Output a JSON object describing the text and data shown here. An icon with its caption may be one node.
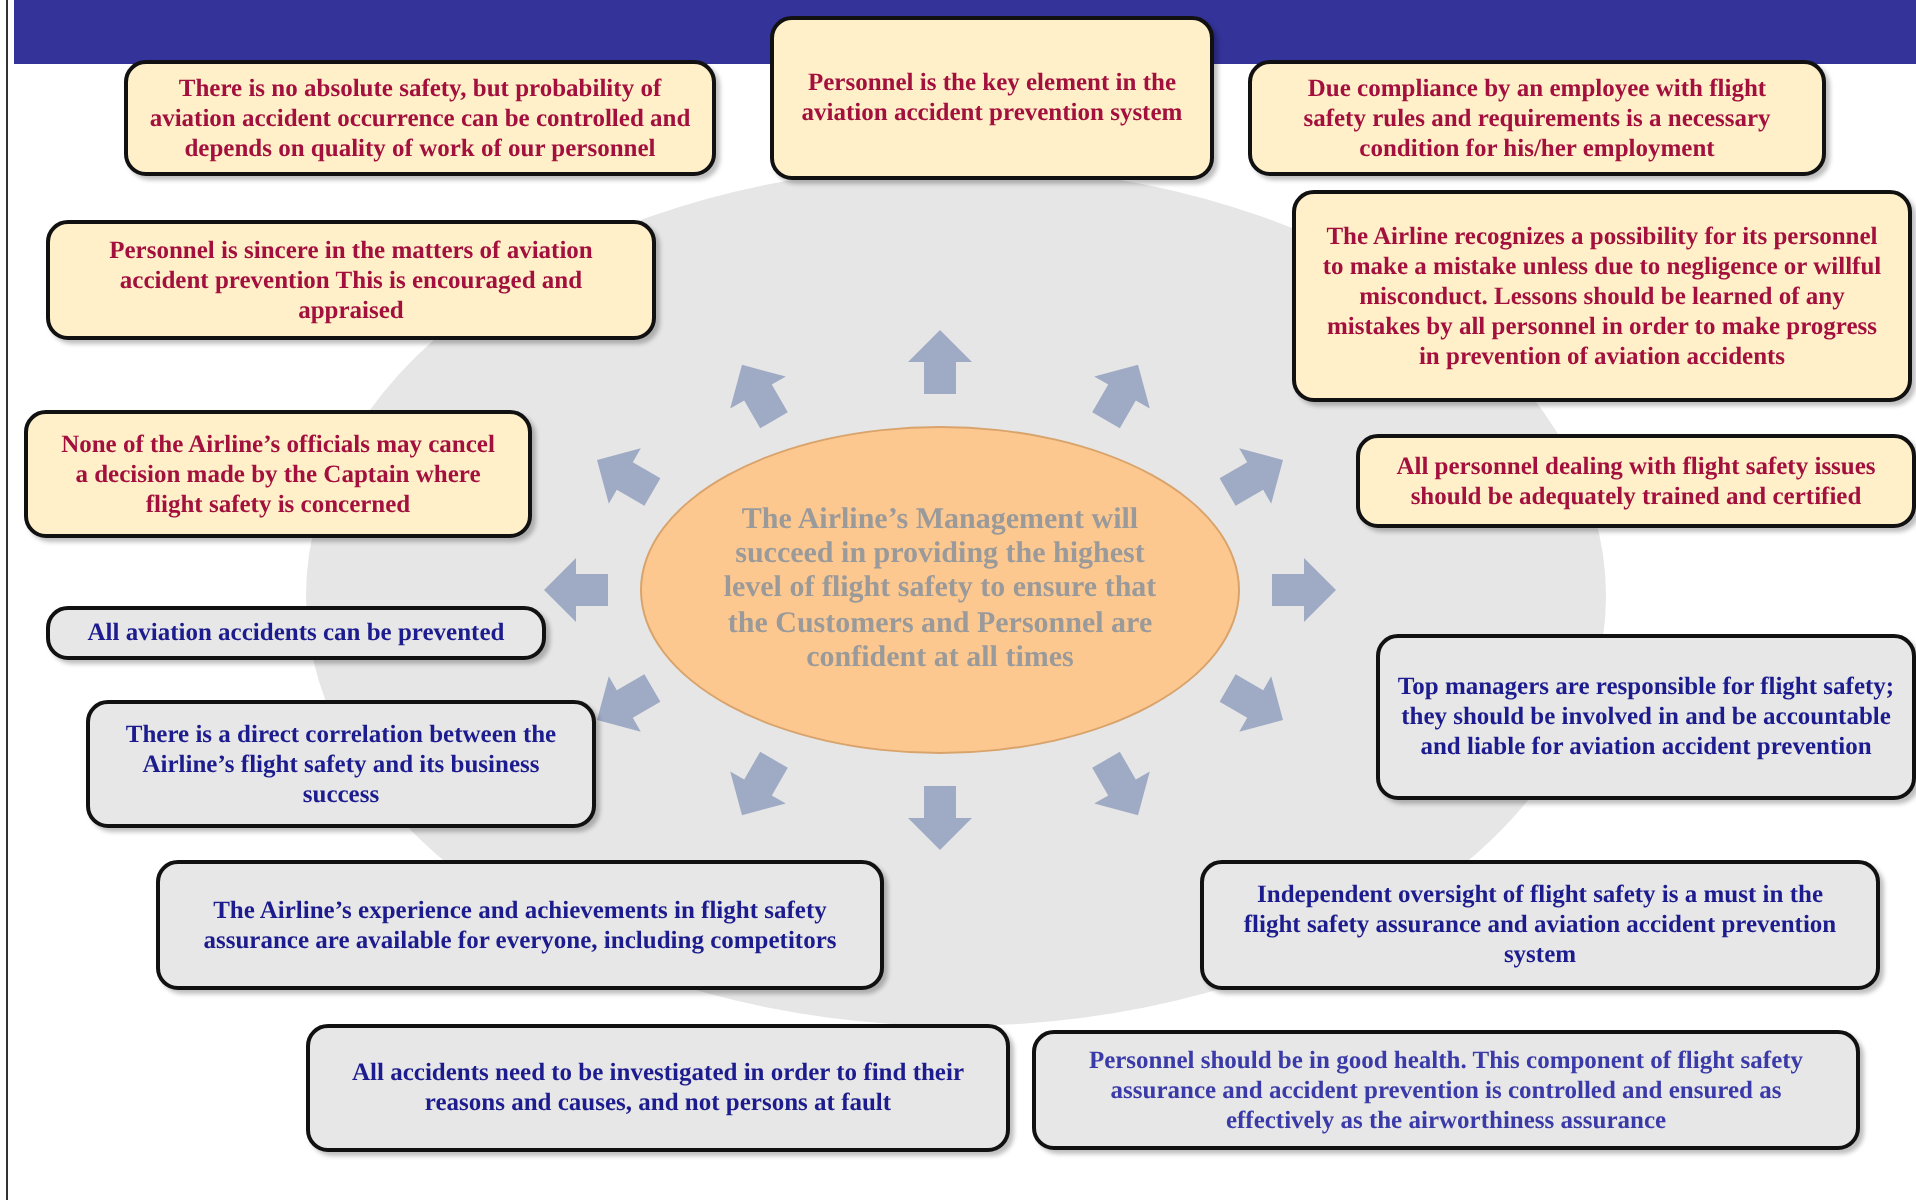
{
  "diagram": {
    "nodes": [
      {
        "text": [
          "There is no absolute safety, but probability of aviation accident occurrence can be controlled and depends on quality of work of our personnel"
        ]
      },
      {
        "text": [
          "Personnel is the key element in the aviation accident prevention system"
        ]
      },
      {
        "text": [
          "Due compliance by an employee with flight safety rules and requirements is a necessary condition for his/her employment"
        ]
      },
      {
        "text": [
          "Personnel is sincere in the matters of aviation accident prevention This is encouraged and appraised"
        ]
      },
      {
        "text": [
          "The Airline recognizes a possibility for its personnel to make a mistake unless due to negligence or willful misconduct. Lessons should be learned of any mistakes by all personnel in order to make progress in prevention of aviation accidents"
        ]
      },
      {
        "text": [
          "None of the Airline’s officials may cancel a decision made by the Captain where flight safety is concerned"
        ]
      },
      {
        "text": [
          "All personnel dealing with flight safety issues should be adequately trained and certified"
        ]
      },
      {
        "text": [
          "The Airline’s Management will succeed in providing the highest level of flight safety to ensure that the Customers and Personnel are confident at all times"
        ]
      },
      {
        "text": [
          "All aviation accidents can be prevented"
        ]
      },
      {
        "text": [
          "Top managers are responsible for flight safety; they should be involved in and be accountable and liable for aviation accident prevention"
        ]
      },
      {
        "text": [
          "There is a direct correlation between the Airline’s flight safety and its business success"
        ]
      },
      {
        "text": [
          "The Airline’s experience and achievements in flight safety assurance are available for everyone, including competitors"
        ]
      },
      {
        "text": [
          "Independent oversight of flight safety is a must in the flight safety assurance and aviation accident prevention system"
        ]
      },
      {
        "text": [
          "All accidents need to be investigated in order to find their reasons and causes, and not persons at fault"
        ]
      },
      {
        "text": [
          "Personnel should be in good health. This component of flight safety assurance and accident prevention is controlled and ensured as effectively as the airworthiness assurance"
        ]
      }
    ],
    "edges": [
      {
        "from": 7,
        "to": null,
        "arrow": "to",
        "style": "thick"
      },
      {
        "from": 7,
        "to": null,
        "arrow": "to",
        "style": "thick"
      },
      {
        "from": 7,
        "to": 4,
        "arrow": "to",
        "style": "thick"
      },
      {
        "from": 7,
        "to": 9,
        "arrow": "to",
        "style": "thick"
      },
      {
        "from": 7,
        "to": null,
        "arrow": "to",
        "style": "thick"
      },
      {
        "from": 7,
        "to": 12,
        "arrow": "to",
        "style": "thick"
      },
      {
        "from": 7,
        "to": 11,
        "arrow": "to",
        "style": "thick"
      },
      {
        "from": 7,
        "to": 11,
        "arrow": "to",
        "style": "thick"
      },
      {
        "from": 7,
        "to": 10,
        "arrow": "to",
        "style": "thick"
      },
      {
        "from": 7,
        "to": 8,
        "arrow": "to",
        "style": "thick"
      },
      {
        "from": 7,
        "to": 5,
        "arrow": "to",
        "style": "thick"
      },
      {
        "from": 7,
        "to": 3,
        "arrow": "to",
        "style": "thick"
      }
    ]
  }
}
